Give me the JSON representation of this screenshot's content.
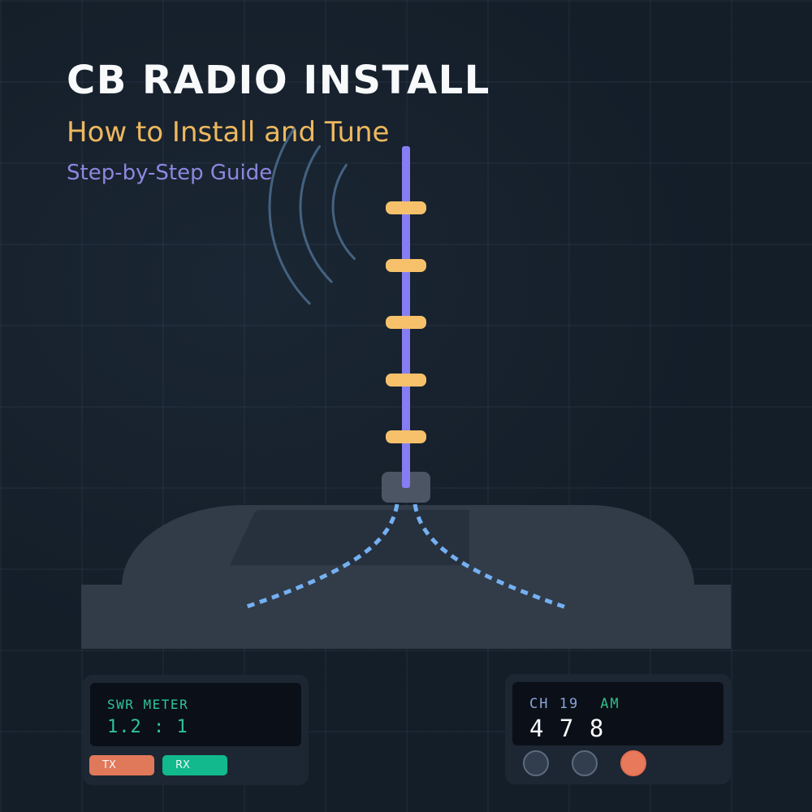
{
  "header": {
    "title": "CB RADIO INSTALL",
    "subtitle": "How to Install and Tune",
    "tagline": "Step-by-Step Guide"
  },
  "swr_meter": {
    "label": "SWR METER",
    "reading": "1.2 : 1",
    "tx_label": "TX",
    "rx_label": "RX"
  },
  "radio": {
    "channel": "CH 19",
    "mode": "AM",
    "digits": "4 7 8"
  },
  "icons": {
    "antenna": "antenna-whip-icon",
    "waves": "radio-wave-arcs-icon",
    "coax": "coax-cable-dashed-icon",
    "knobs": "round-knob-icon"
  },
  "colors": {
    "background": "#141e29",
    "grid_line": "#223040",
    "title_text": "#f7f9fb",
    "subtitle_text": "#eeb85e",
    "tagline_text": "#8d87e0",
    "antenna_whip": "#877df2",
    "antenna_coil": "#f6c16a",
    "wave_arc": "#4f7294",
    "vehicle_body": "#313c48",
    "vehicle_window": "#27313e",
    "antenna_mount": "#4b5564",
    "coax_cable": "#74b0f2",
    "panel": "#1d2733",
    "lcd_screen": "#0b0f17",
    "swr_text": "#2fc39c",
    "tx_button": "#e0795a",
    "rx_button": "#11b98d",
    "channel_text": "#8aa4d8",
    "mode_text": "#2fbf8c",
    "digits_text": "#f8fafc",
    "knob": "#323e4d",
    "knob_border": "#5b6b7d",
    "knob_active": "#e87a5b"
  }
}
